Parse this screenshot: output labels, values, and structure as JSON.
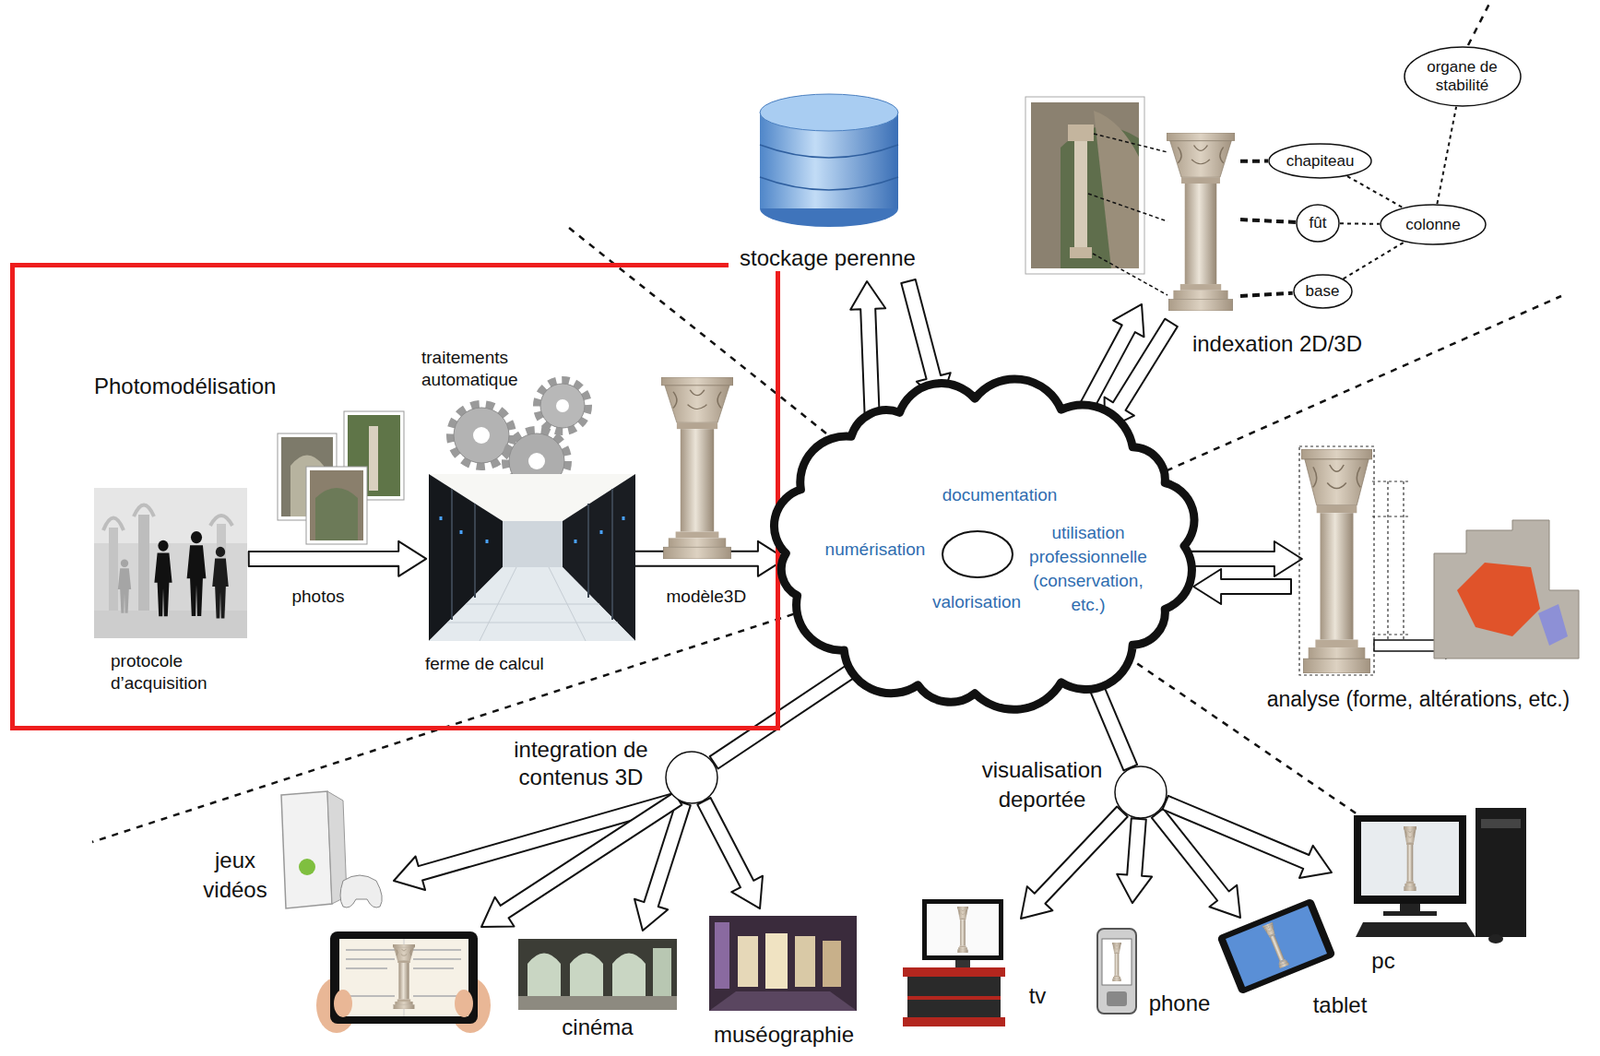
{
  "diagram": {
    "nodes": [
      {
        "text": [
          "Photomodélisation"
        ]
      },
      {
        "text": [
          "protocole d’acquisition"
        ],
        "in": 0
      },
      {
        "text": [
          "traitements automatique",
          "ferme de calcul"
        ],
        "in": 0
      },
      {
        "text": [
          "stockage perenne"
        ]
      },
      {
        "text": [
          "indexation 2D/3D"
        ]
      },
      {
        "text": [
          "organe de stabilité"
        ]
      },
      {
        "text": [
          "chapiteau"
        ]
      },
      {
        "text": [
          "fût"
        ]
      },
      {
        "text": [
          "colonne"
        ]
      },
      {
        "text": [
          "base"
        ]
      },
      {
        "text": [
          "documentation",
          "numérisation",
          "utilisation professionnelle (conservation, etc.)",
          "valorisation"
        ]
      },
      {
        "text": [
          "analyse (forme, altérations, etc.)"
        ]
      },
      {
        "text": [
          "integration de contenus 3D"
        ]
      },
      {
        "text": [
          "jeux vidéos"
        ]
      },
      {
        "text": [
          "cinéma"
        ]
      },
      {
        "text": [
          "muséographie"
        ]
      },
      {
        "text": [
          "visualisation deportée"
        ]
      },
      {
        "text": [
          "tv"
        ]
      },
      {
        "text": [
          "phone"
        ]
      },
      {
        "text": [
          "tablet"
        ]
      },
      {
        "text": [
          "pc"
        ]
      }
    ],
    "edges": [
      {
        "from": 1,
        "to": 2,
        "arrow": "to",
        "label": "photos"
      },
      {
        "from": 2,
        "to": 10,
        "arrow": "to",
        "label": "modèle3D"
      },
      {
        "from": 3,
        "to": 10,
        "arrow": "to"
      },
      {
        "from": 10,
        "to": 3,
        "arrow": "to"
      },
      {
        "from": 10,
        "to": 4,
        "arrow": "to"
      },
      {
        "from": 4,
        "to": 10,
        "arrow": "to"
      },
      {
        "from": 4,
        "to": 6,
        "arrow": "none"
      },
      {
        "from": 4,
        "to": 7,
        "arrow": "none"
      },
      {
        "from": 4,
        "to": 9,
        "arrow": "none"
      },
      {
        "from": 6,
        "to": 8,
        "arrow": "none"
      },
      {
        "from": 7,
        "to": 8,
        "arrow": "none"
      },
      {
        "from": 9,
        "to": 8,
        "arrow": "none"
      },
      {
        "from": 8,
        "to": 5,
        "arrow": "none"
      },
      {
        "from": 10,
        "to": 11,
        "arrow": "to"
      },
      {
        "from": 11,
        "to": 10,
        "arrow": "to"
      },
      {
        "from": 10,
        "to": 12,
        "arrow": "none"
      },
      {
        "from": 12,
        "to": 13,
        "arrow": "to"
      },
      {
        "from": 12,
        "to": 14,
        "arrow": "to"
      },
      {
        "from": 12,
        "to": 15,
        "arrow": "to"
      },
      {
        "from": 10,
        "to": 16,
        "arrow": "none"
      },
      {
        "from": 16,
        "to": 17,
        "arrow": "to"
      },
      {
        "from": 16,
        "to": 18,
        "arrow": "to"
      },
      {
        "from": 16,
        "to": 19,
        "arrow": "to"
      },
      {
        "from": 16,
        "to": 20,
        "arrow": "to"
      }
    ]
  }
}
